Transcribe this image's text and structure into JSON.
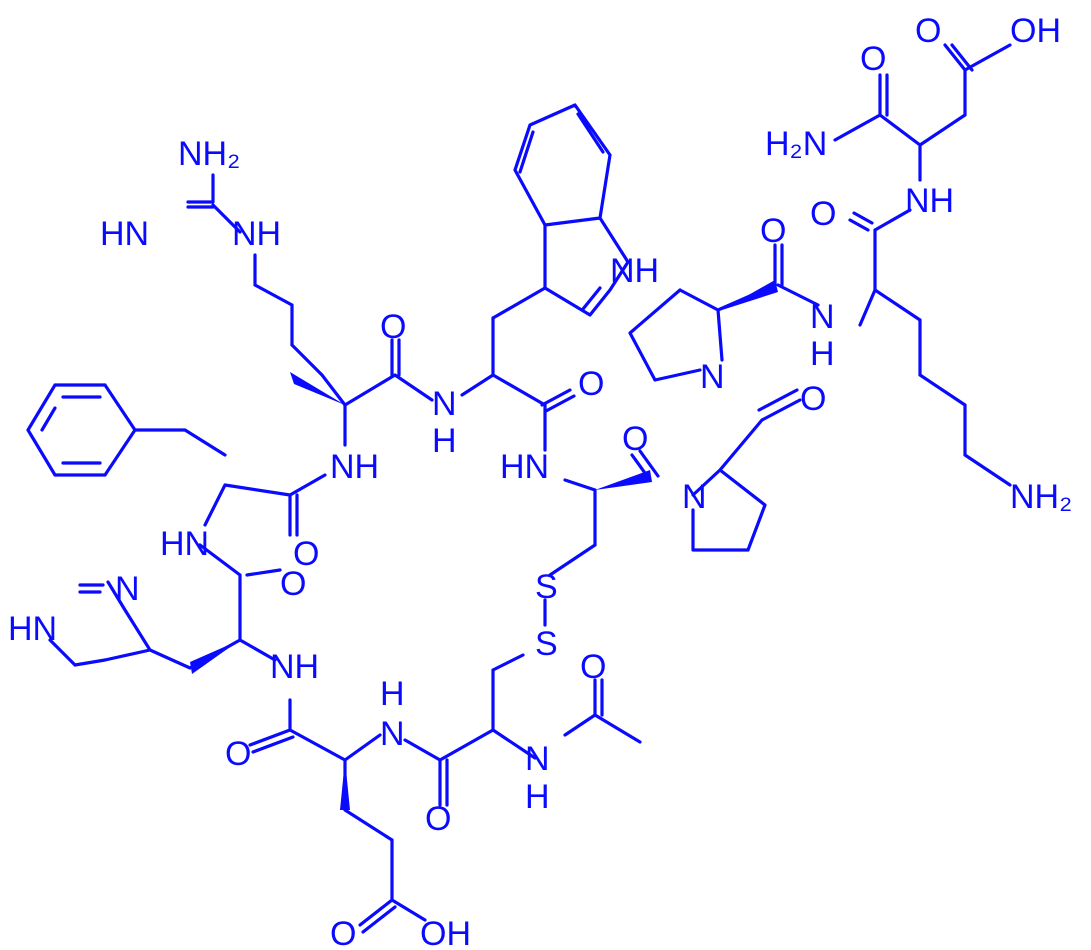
{
  "ink_color": "#0a0aff",
  "background_color": "#ffffff",
  "atom_labels": [
    {
      "id": "nh2-guan",
      "text": "NH₂"
    },
    {
      "id": "hn-guan",
      "text": "HN"
    },
    {
      "id": "nh-guan",
      "text": "NH"
    },
    {
      "id": "o-arg",
      "text": "O"
    },
    {
      "id": "nh-arg",
      "text": "NH"
    },
    {
      "id": "n-trp",
      "text": "N"
    },
    {
      "id": "h-trp",
      "text": "H"
    },
    {
      "id": "nh-indole",
      "text": "NH"
    },
    {
      "id": "o-trp",
      "text": "O"
    },
    {
      "id": "hn-cys2",
      "text": "HN"
    },
    {
      "id": "o-cys2",
      "text": "O"
    },
    {
      "id": "n-pro1",
      "text": "N"
    },
    {
      "id": "o-pro1",
      "text": "O"
    },
    {
      "id": "n-pro2",
      "text": "N"
    },
    {
      "id": "o-pro2",
      "text": "O"
    },
    {
      "id": "n-lys",
      "text": "N"
    },
    {
      "id": "h-lys",
      "text": "H"
    },
    {
      "id": "nh2-lys",
      "text": "NH₂"
    },
    {
      "id": "o-lys",
      "text": "O"
    },
    {
      "id": "nh-asp",
      "text": "NH"
    },
    {
      "id": "o-asp-amide",
      "text": "O"
    },
    {
      "id": "h2n-amide",
      "text": "H₂N"
    },
    {
      "id": "o-acid-top",
      "text": "O"
    },
    {
      "id": "oh-acid-top",
      "text": "OH"
    },
    {
      "id": "hn-phe",
      "text": "HN"
    },
    {
      "id": "o-phe",
      "text": "O"
    },
    {
      "id": "o-his",
      "text": "O"
    },
    {
      "id": "n-imid",
      "text": "N"
    },
    {
      "id": "hn-imid",
      "text": "HN"
    },
    {
      "id": "nh-his",
      "text": "NH"
    },
    {
      "id": "o-glu",
      "text": "O"
    },
    {
      "id": "h-glu",
      "text": "H"
    },
    {
      "id": "n-glu",
      "text": "N"
    },
    {
      "id": "o-cys1",
      "text": "O"
    },
    {
      "id": "n-ac",
      "text": "N"
    },
    {
      "id": "h-ac",
      "text": "H"
    },
    {
      "id": "o-ac",
      "text": "O"
    },
    {
      "id": "s1",
      "text": "S"
    },
    {
      "id": "s2",
      "text": "S"
    },
    {
      "id": "o-glu-acid",
      "text": "O"
    },
    {
      "id": "oh-glu-acid",
      "text": "OH"
    }
  ]
}
